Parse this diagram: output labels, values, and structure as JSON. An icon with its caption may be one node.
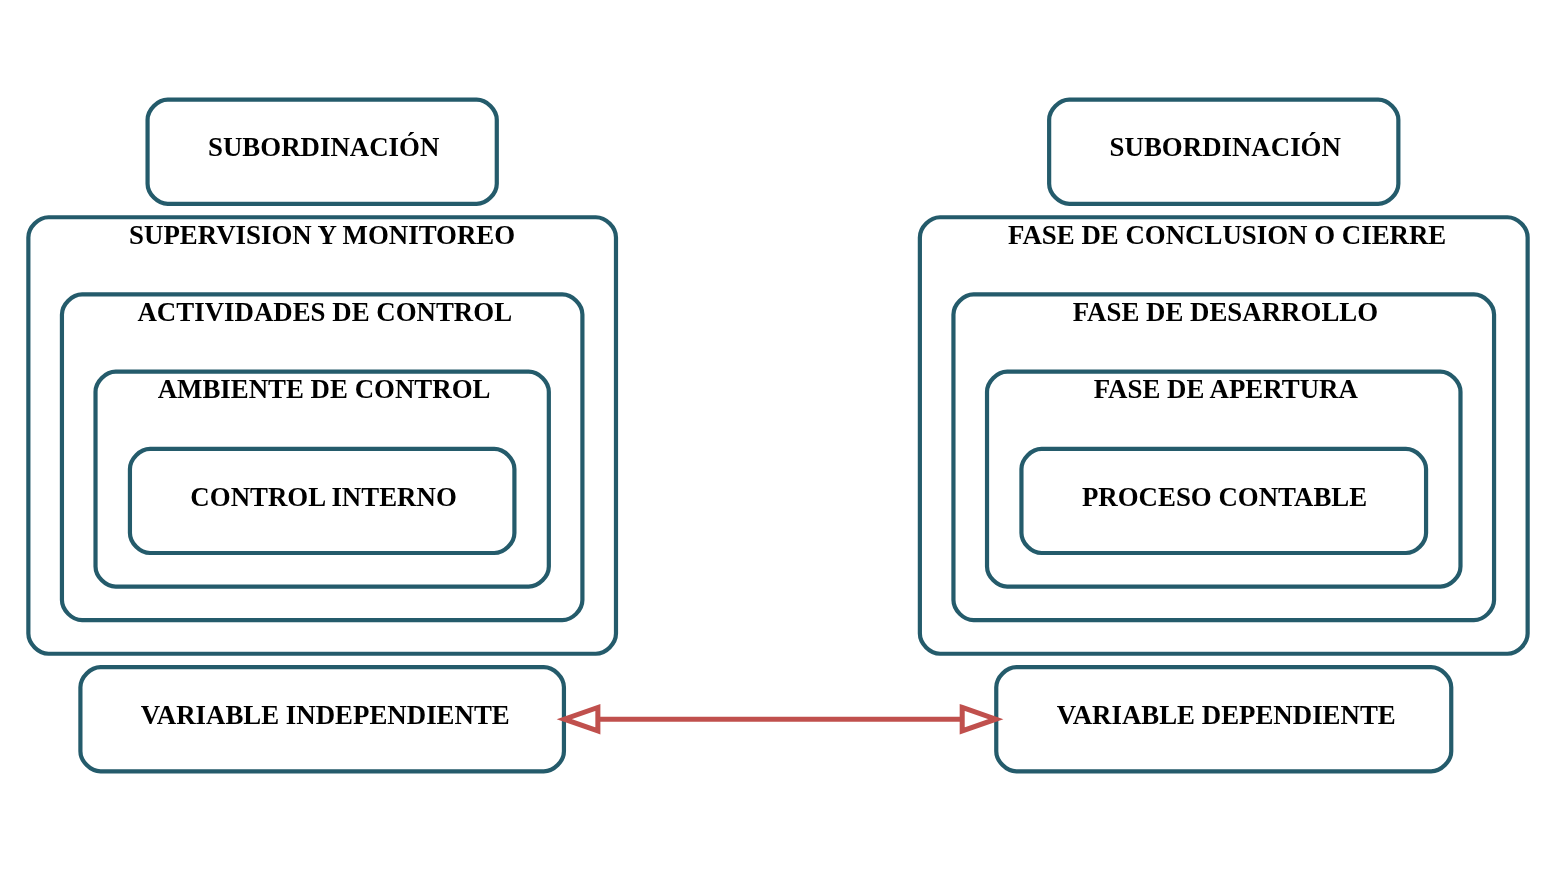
{
  "diagram": {
    "nodes": [
      {
        "text": [
          "SUBORDINACIÓN"
        ]
      },
      {
        "text": [
          "SUPERVISION Y MONITOREO"
        ]
      },
      {
        "text": [
          "ACTIVIDADES DE CONTROL"
        ],
        "in": 1
      },
      {
        "text": [
          "AMBIENTE DE CONTROL"
        ],
        "in": 2
      },
      {
        "text": [
          "CONTROL INTERNO"
        ],
        "in": 3
      },
      {
        "text": [
          "VARIABLE INDEPENDIENTE"
        ]
      },
      {
        "text": [
          "SUBORDINACIÓN"
        ]
      },
      {
        "text": [
          "FASE DE CONCLUSION O CIERRE"
        ]
      },
      {
        "text": [
          "FASE DE DESARROLLO"
        ],
        "in": 7
      },
      {
        "text": [
          "FASE DE APERTURA"
        ],
        "in": 8
      },
      {
        "text": [
          "PROCESO CONTABLE"
        ],
        "in": 9
      },
      {
        "text": [
          "VARIABLE DEPENDIENTE"
        ]
      }
    ],
    "edges": [
      {
        "from": 5,
        "to": 11,
        "arrow": "both",
        "color": "#c0504d"
      }
    ]
  }
}
